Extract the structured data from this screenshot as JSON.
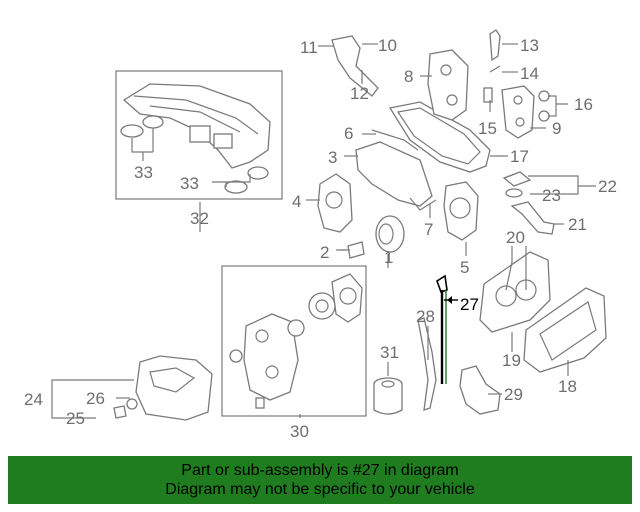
{
  "callouts": [
    {
      "id": "1",
      "label": "1"
    },
    {
      "id": "2",
      "label": "2"
    },
    {
      "id": "3",
      "label": "3"
    },
    {
      "id": "4",
      "label": "4"
    },
    {
      "id": "5",
      "label": "5"
    },
    {
      "id": "6",
      "label": "6"
    },
    {
      "id": "7",
      "label": "7"
    },
    {
      "id": "8",
      "label": "8"
    },
    {
      "id": "9",
      "label": "9"
    },
    {
      "id": "10",
      "label": "10"
    },
    {
      "id": "11",
      "label": "11"
    },
    {
      "id": "12",
      "label": "12"
    },
    {
      "id": "13",
      "label": "13"
    },
    {
      "id": "14",
      "label": "14"
    },
    {
      "id": "15",
      "label": "15"
    },
    {
      "id": "16",
      "label": "16"
    },
    {
      "id": "17",
      "label": "17"
    },
    {
      "id": "18",
      "label": "18"
    },
    {
      "id": "19",
      "label": "19"
    },
    {
      "id": "20",
      "label": "20"
    },
    {
      "id": "21",
      "label": "21"
    },
    {
      "id": "22",
      "label": "22"
    },
    {
      "id": "23",
      "label": "23"
    },
    {
      "id": "24",
      "label": "24"
    },
    {
      "id": "25",
      "label": "25"
    },
    {
      "id": "26",
      "label": "26"
    },
    {
      "id": "27",
      "label": "27"
    },
    {
      "id": "28",
      "label": "28"
    },
    {
      "id": "29",
      "label": "29"
    },
    {
      "id": "30",
      "label": "30"
    },
    {
      "id": "31",
      "label": "31"
    },
    {
      "id": "32",
      "label": "32"
    },
    {
      "id": "33a",
      "label": "33"
    },
    {
      "id": "33b",
      "label": "33"
    }
  ],
  "highlight_callout": "27",
  "highlight_color": "#000000",
  "callout_color": "#6e6e6e",
  "banner": {
    "line1": "Part or sub-assembly is #27 in diagram",
    "line2": "Diagram may not be specific to your vehicle",
    "background": "#1f7d1f"
  }
}
